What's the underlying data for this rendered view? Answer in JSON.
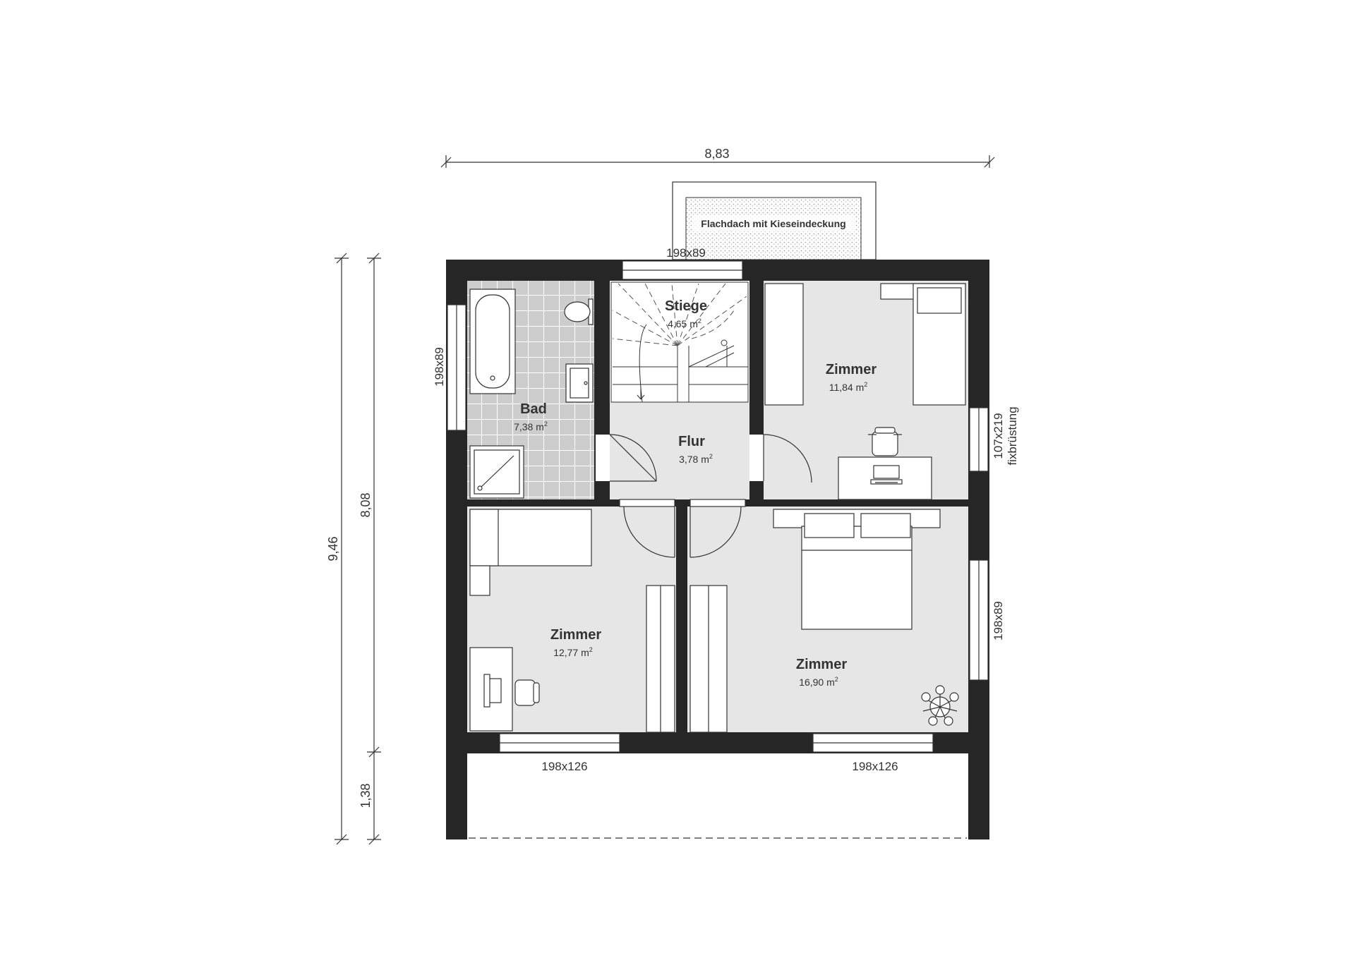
{
  "dimensions": {
    "width_total": "8,83",
    "height_total": "9,46",
    "height_inner": "8,08",
    "height_balcony": "1,38"
  },
  "windows": {
    "top": "198x89",
    "left": "198x89",
    "right_upper": "107x219",
    "right_upper_note": "fixbrüstung",
    "right_lower": "198x89",
    "bottom_left": "198x126",
    "bottom_right": "198x126"
  },
  "flat_roof": "Flachdach mit Kieseindeckung",
  "rooms": {
    "bad": {
      "name": "Bad",
      "area": "7,38 m",
      "sup": "2"
    },
    "stiege": {
      "name": "Stiege",
      "area": "4,65 m",
      "sup": "2"
    },
    "flur": {
      "name": "Flur",
      "area": "3,78 m",
      "sup": "2"
    },
    "zimmer_ne": {
      "name": "Zimmer",
      "area": "11,84 m",
      "sup": "2"
    },
    "zimmer_sw": {
      "name": "Zimmer",
      "area": "12,77 m",
      "sup": "2"
    },
    "zimmer_se": {
      "name": "Zimmer",
      "area": "16,90 m",
      "sup": "2"
    }
  },
  "colors": {
    "wall": "#262626",
    "room_fill": "#e6e6e6",
    "tile_fill": "#cfcfcf",
    "line": "#333333"
  }
}
